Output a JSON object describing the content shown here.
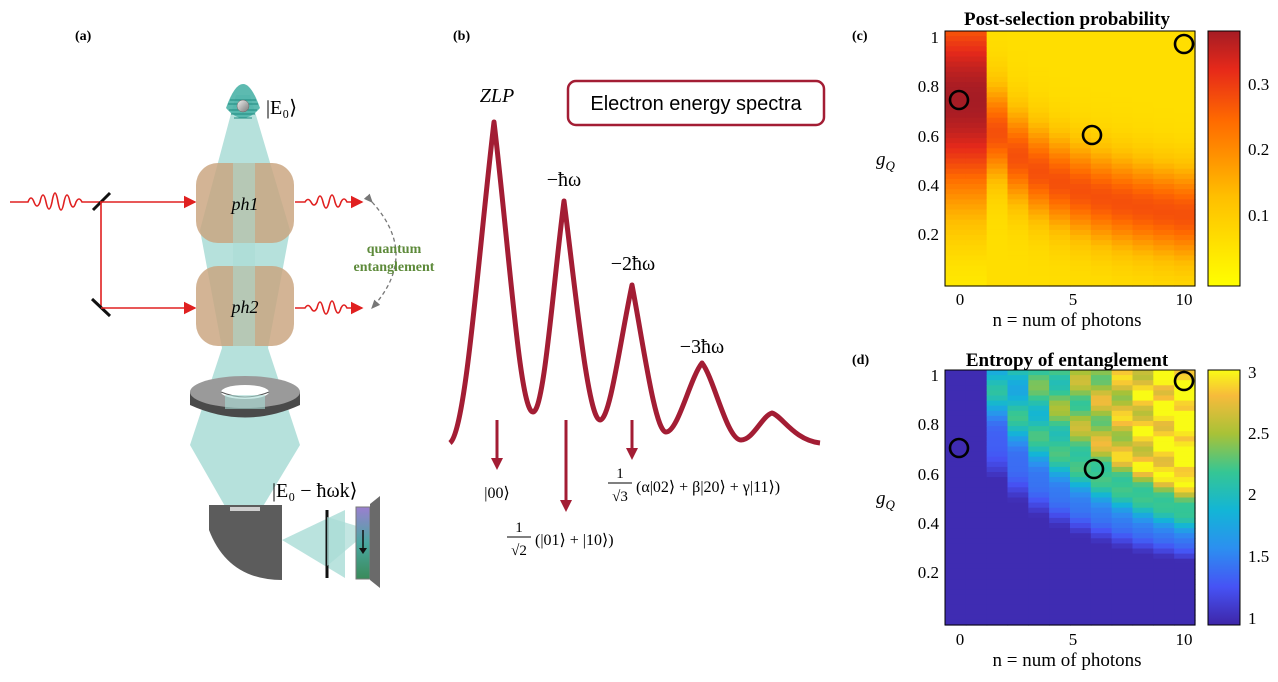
{
  "panel_a": {
    "label": "(a)",
    "state_in": "|E₀⟩",
    "ph1": "ph1",
    "ph2": "ph2",
    "entanglement_label": [
      "quantum",
      "entanglement"
    ],
    "state_out": "|E₀ − ħωk⟩",
    "colors": {
      "laser": "#e02020",
      "beam": "#a9dcd6",
      "cavity": "#c9a47e",
      "entanglement_text": "#5d8a3a"
    }
  },
  "panel_b": {
    "label": "(b)",
    "title": "Electron energy spectra",
    "peaks": [
      "ZLP",
      "−ħω",
      "−2ħω",
      "−3ħω"
    ],
    "states": {
      "s0": "|00⟩",
      "s1_coef_num": "1",
      "s1_coef_den": "√2",
      "s1_expr": "(|01⟩ + |10⟩)",
      "s2_coef_num": "1",
      "s2_coef_den": "√3",
      "s2_expr": "(α|02⟩ + β|20⟩ + γ|11⟩)"
    },
    "colors": {
      "curve": "#a31d34"
    }
  },
  "panel_c": {
    "label": "(c)",
    "title": "Post-selection probability",
    "xlabel": "n = num of photons",
    "ylabel": "g",
    "ylabel_sub": "Q",
    "xticks": [
      "0",
      "5",
      "10"
    ],
    "yticks": [
      "0.2",
      "0.4",
      "0.6",
      "0.8",
      "1"
    ],
    "cbar_ticks": [
      "0.1",
      "0.2",
      "0.3"
    ],
    "colormap": "autumn-reversed (yellow to dark red)"
  },
  "panel_d": {
    "label": "(d)",
    "title": "Entropy of entanglement",
    "xlabel": "n = num of photons",
    "ylabel": "g",
    "ylabel_sub": "Q",
    "xticks": [
      "0",
      "5",
      "10"
    ],
    "yticks": [
      "0.2",
      "0.4",
      "0.6",
      "0.8",
      "1"
    ],
    "cbar_ticks": [
      "1",
      "1.5",
      "2",
      "2.5",
      "3"
    ],
    "colormap": "parula"
  },
  "chart_data": [
    {
      "type": "heatmap",
      "title": "Post-selection probability",
      "xlabel": "n = num of photons",
      "ylabel": "g_Q",
      "xlim": [
        -1,
        11
      ],
      "ylim": [
        0,
        1
      ],
      "colorbar_range": [
        0,
        0.37
      ],
      "markers": [
        {
          "n": 0,
          "gQ": 0.73
        },
        {
          "n": 6,
          "gQ": 0.59
        },
        {
          "n": 10,
          "gQ": 0.95
        }
      ]
    },
    {
      "type": "heatmap",
      "title": "Entropy of entanglement",
      "xlabel": "n = num of photons",
      "ylabel": "g_Q",
      "xlim": [
        -1,
        11
      ],
      "ylim": [
        0,
        1
      ],
      "colorbar_range": [
        1,
        3.1
      ],
      "markers": [
        {
          "n": 0,
          "gQ": 0.69
        },
        {
          "n": 6,
          "gQ": 0.61
        },
        {
          "n": 10,
          "gQ": 0.95
        }
      ]
    }
  ]
}
